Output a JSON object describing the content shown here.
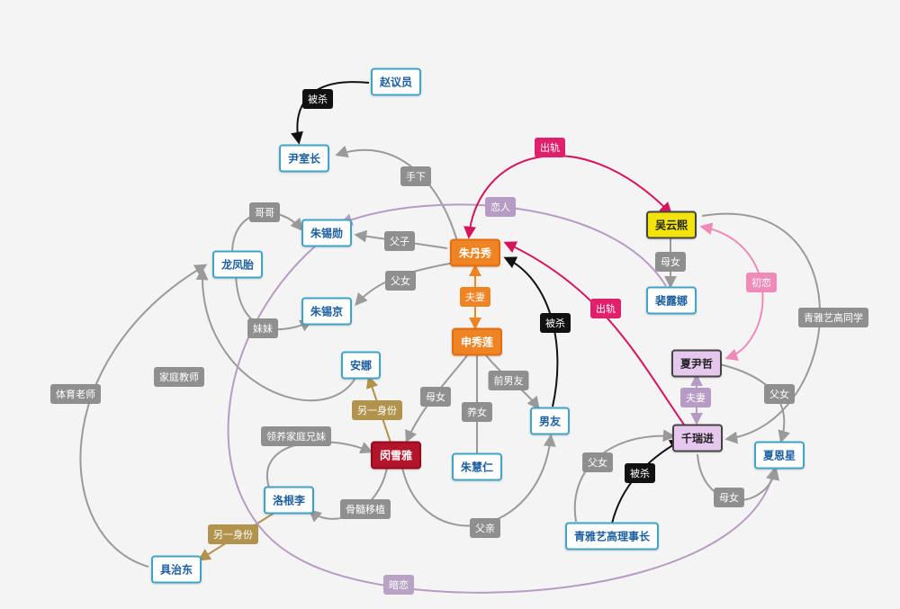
{
  "colors": {
    "gray_line": "#9a9a9a",
    "black_line": "#111111",
    "crimson_line": "#d6155f",
    "orange_line": "#ef8424",
    "pink_line": "#f08ab8",
    "olive_line": "#b1934e",
    "lavender_line": "#b69bc4"
  },
  "nodes": {
    "zhao_yiyuan": "赵议员",
    "yin_shizhang": "尹室长",
    "zhu_xixun": "朱锡勋",
    "zhu_xijing": "朱锡京",
    "long_fengzhen": "龙凤胎",
    "an_na": "安娜",
    "zhu_danxiu": "朱丹秀",
    "shen_xiulian": "申秀莲",
    "min_xueya": "闵雪雅",
    "zhu_huiren": "朱慧仁",
    "nan_you": "男友",
    "luo_genli": "洛根李",
    "ju_zhidong": "具治东",
    "wu_yunxi": "吴云熙",
    "pei_luna": "裴露娜",
    "xia_yinzhe": "夏尹哲",
    "qian_ruijin": "千瑞进",
    "xia_enxing": "夏恩星",
    "qingya_lishizhang": "青雅艺高理事长"
  },
  "edge_labels": {
    "bei_sha_1": "被杀",
    "shou_xia": "手下",
    "ge_ge": "哥哥",
    "fu_zi": "父子",
    "fu_nv_1": "父女",
    "mei_mei": "妹妹",
    "lian_ren": "恋人",
    "chu_gui_1": "出轨",
    "chu_gui_2": "出轨",
    "fu_qi_1": "夫妻",
    "fu_qi_2": "夫妻",
    "bei_sha_2": "被杀",
    "bei_sha_3": "被杀",
    "qian_nanyou": "前男友",
    "mu_nv_1": "母女",
    "mu_nv_2": "母女",
    "mu_nv_3": "母女",
    "yang_nv": "养女",
    "ling_yi_shenfen_1": "另一身份",
    "ling_yi_shenfen_2": "另一身份",
    "jiating_jiaoshi": "家庭教师",
    "tiyu_laoshi": "体育老师",
    "lingyang_jiating_xiongmei": "领养家庭兄妹",
    "qingsui_yizhi": "骨髓移植",
    "fu_qin": "父亲",
    "an_lian": "暗恋",
    "chu_lian": "初恋",
    "qingya_yigao_tongxue": "青雅艺高同学",
    "fu_nv_2": "父女",
    "fu_nv_3": "父女"
  }
}
